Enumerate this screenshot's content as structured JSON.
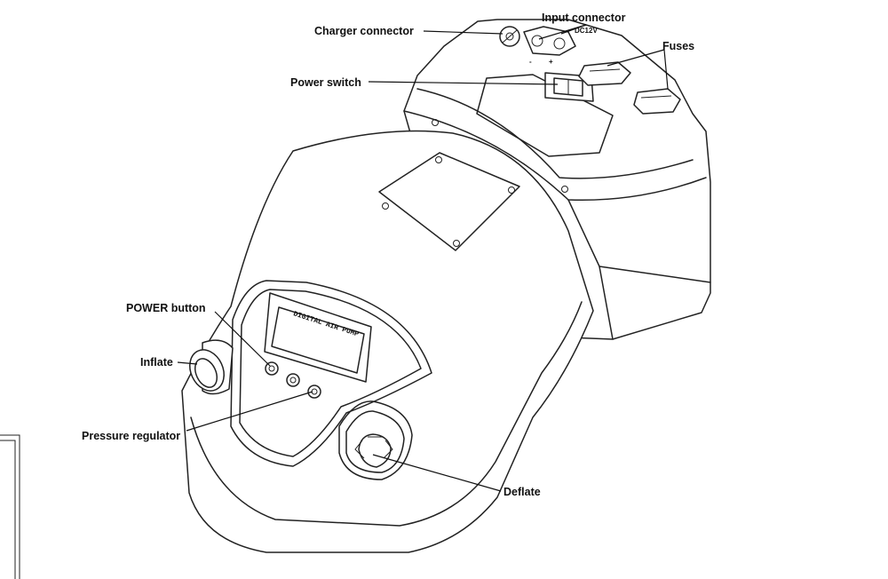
{
  "labels": {
    "input_connector": "Input connector",
    "charger_connector": "Charger connector",
    "dc12v": "DC12V",
    "fuses": "Fuses",
    "power_switch": "Power switch",
    "power_button": "POWER button",
    "inflate": "Inflate",
    "pressure_regulator": "Pressure regulator",
    "deflate": "Deflate",
    "lcd_text": "DIGITAL AIR PUMP",
    "minus": "-",
    "plus": "+"
  }
}
